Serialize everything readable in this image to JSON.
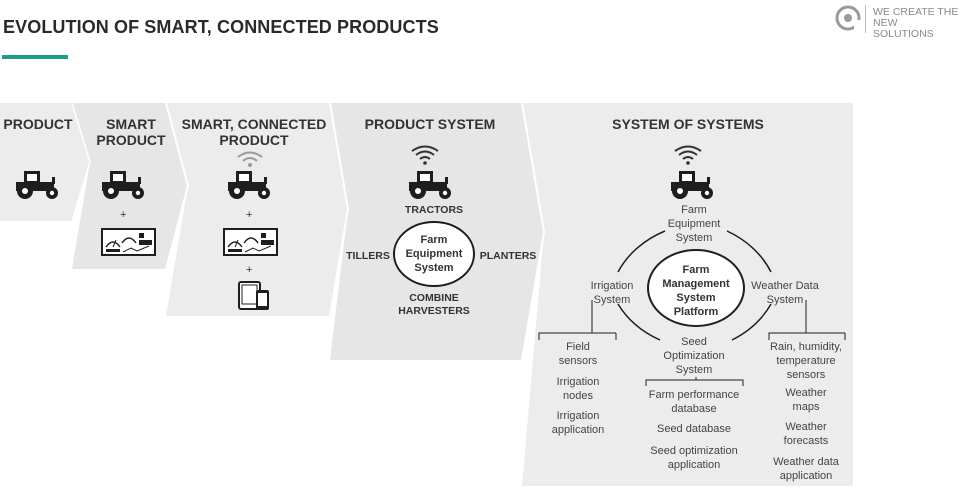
{
  "header": {
    "title": "EVOLUTION OF SMART, CONNECTED PRODUCTS",
    "logo_line": "WE CREATE THE\nNEW SOLUTIONS"
  },
  "stages": [
    {
      "label": "PRODUCT"
    },
    {
      "label": "SMART\nPRODUCT"
    },
    {
      "label": "SMART, CONNECTED\nPRODUCT"
    },
    {
      "label": "PRODUCT SYSTEM"
    },
    {
      "label": "SYSTEM OF SYSTEMS"
    }
  ],
  "plus_sign": "+",
  "product_system": {
    "center": "Farm\nEquipment\nSystem",
    "top": "TRACTORS",
    "left": "TILLERS",
    "right": "PLANTERS",
    "bottom": "COMBINE\nHARVESTERS"
  },
  "system_of_systems": {
    "center": "Farm\nManagement\nSystem\nPlatform",
    "top": "Farm\nEquipment\nSystem",
    "left": "Irrigation\nSystem",
    "right": "Weather Data\nSystem",
    "bottom": "Seed\nOptimization\nSystem",
    "irrigation_items": [
      "Field\nsensors",
      "Irrigation\nnodes",
      "Irrigation\napplication"
    ],
    "seed_items": [
      "Farm performance\ndatabase",
      "Seed database",
      "Seed optimization\napplication"
    ],
    "weather_items": [
      "Rain, humidity,\ntemperature\nsensors",
      "Weather\nmaps",
      "Weather\nforecasts",
      "Weather data\napplication"
    ]
  },
  "icons": [
    "tractor-icon",
    "wifi-icon",
    "dashboard-icon",
    "devices-icon",
    "logo-icon"
  ],
  "colors": {
    "accent": "#1a9e8b",
    "panel": "#ececec",
    "ink": "#2a2a2a"
  }
}
